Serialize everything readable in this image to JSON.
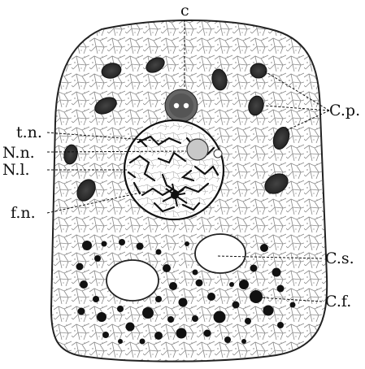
{
  "figure": {
    "labels": {
      "centrosome": "c",
      "plastids": "C.p.",
      "linin_threads": "t.n.",
      "nucleolus": "N.n.",
      "nuclear_membrane": "N.l.",
      "chromatin_network": "f.n.",
      "vacuole": "C.s.",
      "food_particles": "C.f."
    }
  }
}
